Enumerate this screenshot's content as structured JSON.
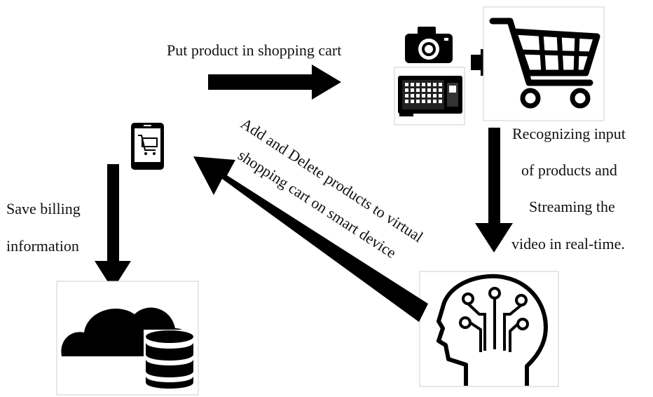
{
  "labels": {
    "put_product": "Put product in shopping cart",
    "recognizing_1": "Recognizing input",
    "recognizing_2": "of products and",
    "recognizing_3": "Streaming the",
    "recognizing_4": "video in real-time.",
    "add_delete_1": "Add and Delete products to virtual",
    "add_delete_2": "shopping cart on smart device",
    "save_billing_1": "Save billing",
    "save_billing_2": "information"
  },
  "icons": {
    "camera": "camera-icon",
    "board": "microcontroller-board-icon",
    "cart": "shopping-cart-icon",
    "phone": "smartphone-cart-icon",
    "ai_head": "ai-head-icon",
    "cloud_db": "cloud-database-icon"
  },
  "colors": {
    "ink": "#000000",
    "background": "#ffffff"
  }
}
